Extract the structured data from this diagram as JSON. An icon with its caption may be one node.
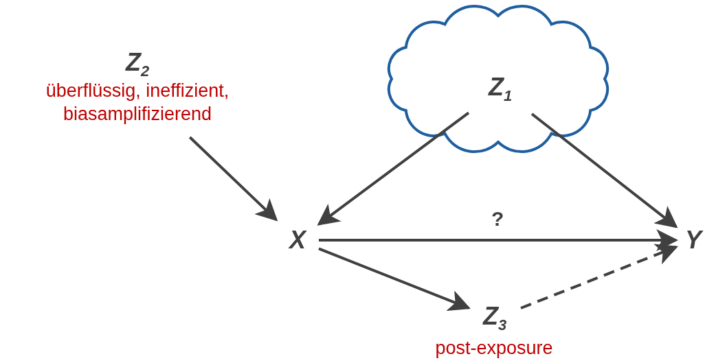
{
  "diagram": {
    "nodes": [
      {
        "text": [
          "Z$_{2}$",
          "überflüssig, ineffizient, biasamplifizierend"
        ]
      },
      {
        "text": [
          "Z$_{1}$"
        ]
      },
      {
        "text": [
          "X"
        ]
      },
      {
        "text": [
          "Y"
        ]
      },
      {
        "text": [
          "Z$_{3}$"
        ],
        "beside": [
          "post-exposure"
        ]
      }
    ],
    "edges": [
      {
        "from": 0,
        "to": 2,
        "arrow": "to"
      },
      {
        "from": 1,
        "to": 2,
        "arrow": "to"
      },
      {
        "from": 1,
        "to": 3,
        "arrow": "to"
      },
      {
        "from": 2,
        "to": 3,
        "arrow": "to",
        "label": "?"
      },
      {
        "from": 2,
        "to": 4,
        "arrow": "to"
      },
      {
        "from": 4,
        "to": 3,
        "arrow": "to",
        "style": "dashed"
      }
    ]
  }
}
